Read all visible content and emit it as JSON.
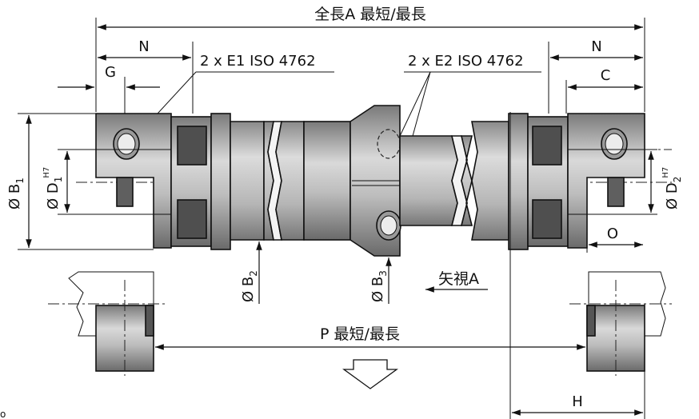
{
  "labels": {
    "overall_length": "全長A 最短/最長",
    "n_left": "N",
    "n_right": "N",
    "g": "G",
    "c": "C",
    "o": "O",
    "h": "H",
    "e1": "2 x E1 ISO 4762",
    "e2": "2 x E2 ISO 4762",
    "b1": "Ø B",
    "b1_sub": "1",
    "d1": "Ø D",
    "d1_sub": "1",
    "d1_tol": "H7",
    "d2": "Ø D",
    "d2_sub": "2",
    "d2_tol": "H7",
    "b2": "Ø B",
    "b2_sub": "2",
    "b3": "Ø B",
    "b3_sub": "3",
    "view_a": "矢視A",
    "p_length": "P 最短/最長",
    "corner": "o"
  },
  "colors": {
    "metal_dark": "#6e6e6e",
    "metal_mid": "#a9a9a9",
    "metal_light": "#d7d7d7",
    "line": "#111111"
  }
}
